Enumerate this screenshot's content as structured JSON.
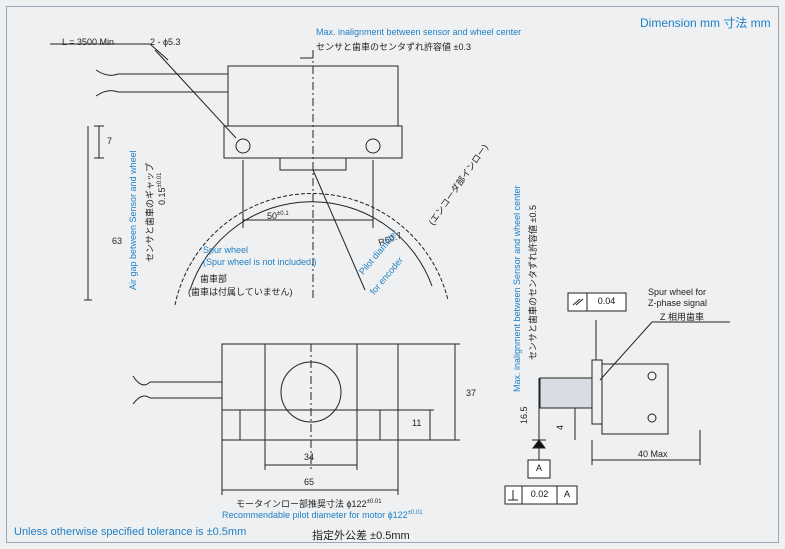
{
  "header": {
    "dimension_unit": "Dimension mm 寸法 mm"
  },
  "top_view": {
    "cable_length": "L = 3500 Min",
    "hole_spec": "2 - ϕ5.3",
    "inalignment_en": "Max. inalignment between sensor and wheel center",
    "inalignment_jp": "センサと歯車のセンタずれ許容値 ±0.3",
    "dim_7": "7",
    "dim_63": "63",
    "airgap_en": "Air gap between Sensor and wheel",
    "airgap_jp": "センサと歯車のギャップ",
    "airgap_value": "0.15",
    "airgap_tol": "±0.01",
    "dim_50": "50",
    "dim_50_tol": "±0.1",
    "radius": "R60.7",
    "pilot_en_1": "Pilot diameter",
    "pilot_en_2": "for encoder",
    "encoder_jp": "(エンコーダ部インロー)",
    "spur_en_1": "Spur wheel",
    "spur_en_2": "(Spur wheel is not included.)",
    "spur_jp_1": "歯車部",
    "spur_jp_2": "(歯車は付属していません)"
  },
  "front_view": {
    "dim_37": "37",
    "dim_11": "11",
    "dim_34": "34",
    "dim_65": "65",
    "pilot_jp": "モータインロー部推奨寸法 ϕ122",
    "pilot_jp_tol": "±0.01",
    "pilot_en": "Recommendable pilot diameter for motor ϕ122",
    "pilot_en_tol": "±0.01"
  },
  "side_view": {
    "inalignment_en": "Max. inalignment between Sensor and wheel center",
    "inalignment_jp": "センサと歯車のセンタずれ許容値 ±0.5",
    "flatness_value": "0.04",
    "spur_en_1": "Spur wheel for",
    "spur_en_2": "Z-phase signal",
    "spur_jp": "Z 相用歯車",
    "dim_16_5": "16.5",
    "dim_4": "4",
    "dim_40max": "40 Max",
    "datum": "A",
    "perp_value": "0.02",
    "perp_datum": "A"
  },
  "footer": {
    "tolerance_en": "Unless otherwise specified tolerance is ±0.5mm",
    "tolerance_jp": "指定外公差 ±0.5mm"
  },
  "colors": {
    "accent": "#1f7fc4",
    "line": "#222222",
    "ghost": "#c9d3df",
    "background": "#eef0f2"
  }
}
